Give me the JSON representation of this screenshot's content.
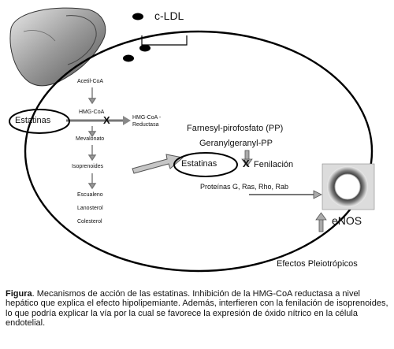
{
  "diagram": {
    "ldl_label": "c-LDL",
    "pathway": [
      "Acetil-CoA",
      "HMG-CoA",
      "Mevalonato",
      "Isoprenoides",
      "Escualeno",
      "Lanosterol",
      "Colesterol"
    ],
    "enzyme": "HMG-CoA -Reductasa",
    "statin_left": "Estatinas",
    "statin_right": "Estatinas",
    "block_mark": "X",
    "farnesyl": "Farnesyl-pirofosfato (PP)",
    "geranyl": "Geranylgeranyl-PP",
    "fenilacion": "Fenilación",
    "proteins": "Proteínas G, Ras, Rho, Rab",
    "enos": "eNOS",
    "efectos": "Efectos Pleiotrópicos"
  },
  "caption": {
    "lead": "Figura",
    "text": ". Mecanismos de acción de las estatinas. Inhibición de la HMG-CoA reductasa a nivel hepático que explica el efecto hipolipemiante. Además, interfieren con la fenilación de isoprenoides, lo que podría explicar la vía por la cual se favorece la expresión de óxido nítrico en la célula endotelial."
  }
}
